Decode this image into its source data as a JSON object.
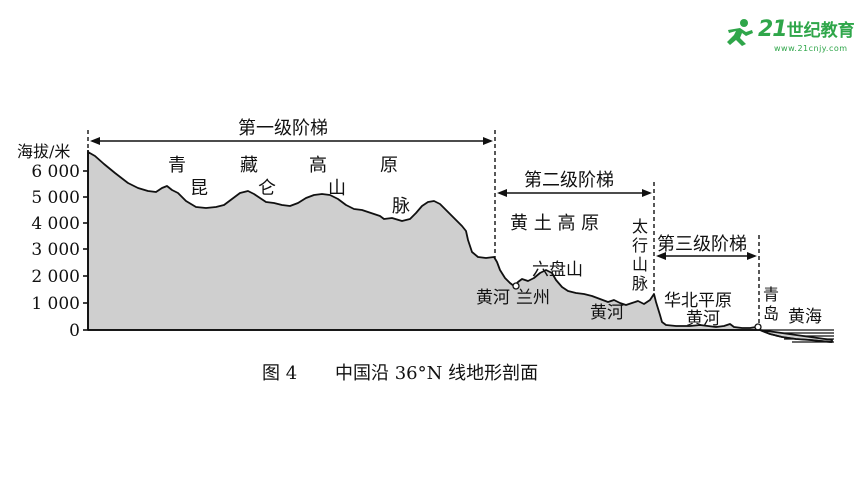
{
  "logo": {
    "brand_number": "21",
    "brand_text": "世纪教育",
    "url": "www.21cnjy.com",
    "accent": "#2fa64a"
  },
  "axis": {
    "label": "海拔/米",
    "ticks": [
      "6 000",
      "5 000",
      "4 000",
      "3 000",
      "2 000",
      "1 000",
      "0"
    ]
  },
  "steps": {
    "first": "第一级阶梯",
    "second": "第二级阶梯",
    "third": "第三级阶梯"
  },
  "labels": {
    "qing": "青",
    "zang": "藏",
    "gao": "高",
    "yuan": "原",
    "kun": "昆",
    "lun": "仑",
    "shan": "山",
    "mai": "脉",
    "loess": "黄 土 高 原",
    "taihang_1": "太",
    "taihang_2": "行",
    "taihang_3": "山",
    "taihang_4": "脉",
    "liupan": "六盘山",
    "huanghe_lanzhou": "黄河",
    "lanzhou": "兰州",
    "huanghe_2": "黄河",
    "huabei": "华北平原",
    "huanghe_3": "黄河",
    "qingdao_1": "青",
    "qingdao_2": "岛",
    "yellow_sea": "黄海"
  },
  "caption": {
    "figure_no": "图 4",
    "title": "中国沿 36°N 线地形剖面"
  },
  "colors": {
    "terrain_fill": "#cfcfcf",
    "line": "#111111"
  }
}
